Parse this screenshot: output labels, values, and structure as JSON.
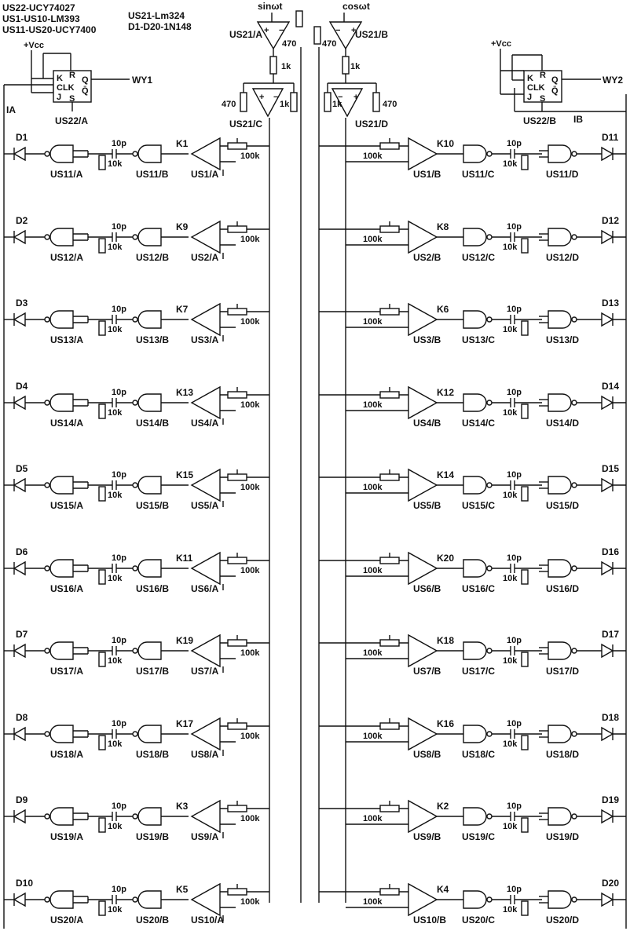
{
  "legend": [
    "US22-UCY74027",
    "US1-US10-LM393",
    "US11-US20-UCY7400",
    "US21-Lm324",
    "D1-D20-1N148"
  ],
  "signals": {
    "sin": "sinωt",
    "cos": "cosωt",
    "ia": "IA",
    "ib": "IB"
  },
  "flipflops": [
    {
      "name": "US22/A",
      "vcc": "+Vcc",
      "out": "WY1",
      "pins": [
        "K",
        "CLK",
        "J",
        "R",
        "S",
        "Q",
        "Q̄"
      ]
    },
    {
      "name": "US22/B",
      "vcc": "+Vcc",
      "out": "WY2",
      "pins": [
        "K",
        "CLK",
        "J",
        "R",
        "S",
        "Q",
        "Q̄"
      ]
    }
  ],
  "us21": {
    "a": "US21/A",
    "b": "US21/B",
    "c": "US21/C",
    "d": "US21/D",
    "r470": "470",
    "r1k": "1k"
  },
  "common": {
    "cap": "10p",
    "res": "10k",
    "pot": "100k"
  },
  "rows": [
    {
      "dl": "D1",
      "n1": "US11/A",
      "n2": "US11/B",
      "kl": "K1",
      "cl": "US1/A",
      "cr": "US1/B",
      "kr": "K10",
      "n3": "US11/C",
      "n4": "US11/D",
      "dr": "D11"
    },
    {
      "dl": "D2",
      "n1": "US12/A",
      "n2": "US12/B",
      "kl": "K9",
      "cl": "US2/A",
      "cr": "US2/B",
      "kr": "K8",
      "n3": "US12/C",
      "n4": "US12/D",
      "dr": "D12"
    },
    {
      "dl": "D3",
      "n1": "US13/A",
      "n2": "US13/B",
      "kl": "K7",
      "cl": "US3/A",
      "cr": "US3/B",
      "kr": "K6",
      "n3": "US13/C",
      "n4": "US13/D",
      "dr": "D13"
    },
    {
      "dl": "D4",
      "n1": "US14/A",
      "n2": "US14/B",
      "kl": "K13",
      "cl": "US4/A",
      "cr": "US4/B",
      "kr": "K12",
      "n3": "US14/C",
      "n4": "US14/D",
      "dr": "D14"
    },
    {
      "dl": "D5",
      "n1": "US15/A",
      "n2": "US15/B",
      "kl": "K15",
      "cl": "US5/A",
      "cr": "US5/B",
      "kr": "K14",
      "n3": "US15/C",
      "n4": "US15/D",
      "dr": "D15"
    },
    {
      "dl": "D6",
      "n1": "US16/A",
      "n2": "US16/B",
      "kl": "K11",
      "cl": "US6/A",
      "cr": "US6/B",
      "kr": "K20",
      "n3": "US16/C",
      "n4": "US16/D",
      "dr": "D16"
    },
    {
      "dl": "D7",
      "n1": "US17/A",
      "n2": "US17/B",
      "kl": "K19",
      "cl": "US7/A",
      "cr": "US7/B",
      "kr": "K18",
      "n3": "US17/C",
      "n4": "US17/D",
      "dr": "D17"
    },
    {
      "dl": "D8",
      "n1": "US18/A",
      "n2": "US18/B",
      "kl": "K17",
      "cl": "US8/A",
      "cr": "US8/B",
      "kr": "K16",
      "n3": "US18/C",
      "n4": "US18/D",
      "dr": "D18"
    },
    {
      "dl": "D9",
      "n1": "US19/A",
      "n2": "US19/B",
      "kl": "K3",
      "cl": "US9/A",
      "cr": "US9/B",
      "kr": "K2",
      "n3": "US19/C",
      "n4": "US19/D",
      "dr": "D19"
    },
    {
      "dl": "D10",
      "n1": "US20/A",
      "n2": "US20/B",
      "kl": "K5",
      "cl": "US10/A",
      "cr": "US10/B",
      "kr": "K4",
      "n3": "US20/C",
      "n4": "US20/D",
      "dr": "D20"
    }
  ]
}
